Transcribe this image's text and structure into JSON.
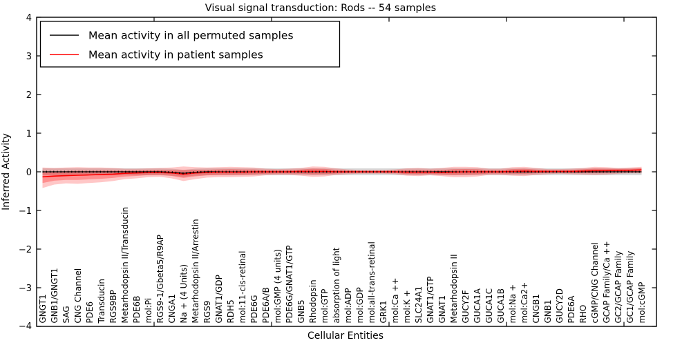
{
  "chart_data": {
    "type": "line",
    "title": "Visual signal transduction: Rods -- 54 samples",
    "xlabel": "Cellular Entities",
    "ylabel": "Inferred Activity",
    "ylim": [
      -4,
      4
    ],
    "ytick_values": [
      4,
      3,
      2,
      1,
      0,
      -1,
      -2,
      -3,
      -4
    ],
    "ytick_labels": [
      "4",
      "3",
      "2",
      "1",
      "0",
      "−1",
      "−2",
      "−3",
      "−4"
    ],
    "grid": false,
    "legend_position": "upper-left",
    "categories": [
      "GNGT1",
      "GNB1/GNGT1",
      "SAG",
      "CNG Channel",
      "PDE6",
      "Transducin",
      "RGS9BP",
      "Metarhodopsin II/Transducin",
      "PDE6B",
      "mol:Pi",
      "RGS9-1/Gbeta5/R9AP",
      "CNGA1",
      "Na + (4 Units)",
      "Metarhodopsin II/Arrestin",
      "RGS9",
      "GNAT1/GDP",
      "RDH5",
      "mol:11-cis-retinal",
      "PDE6G",
      "PDE6A/B",
      "mol:GMP (4 units)",
      "PDE6G/GNAT1/GTP",
      "GNB5",
      "Rhodopsin",
      "mol:GTP",
      "absorption of light",
      "mol:ADP",
      "mol:GDP",
      "mol:all-trans-retinal",
      "GRK1",
      "mol:Ca ++",
      "mol:K +",
      "SLC24A1",
      "GNAT1/GTP",
      "GNAT1",
      "Metarhodopsin II",
      "GUCY2F",
      "GUCA1A",
      "GUCA1C",
      "GUCA1B",
      "mol:Na +",
      "mol:Ca2+",
      "CNGB1",
      "GNB1",
      "GUCY2D",
      "PDE6A",
      "RHO",
      "cGMP/CNG Channel",
      "GCAP Family/Ca ++",
      "GC2/GCAP Family",
      "GC1/GCAP Family",
      "mol:cGMP"
    ],
    "series": [
      {
        "name": "Mean activity in all permuted samples",
        "color": "#000000",
        "band_color": "#aaaaaa",
        "band_halfwidth": 0.09,
        "values": [
          0,
          0,
          0,
          0,
          0,
          0,
          0,
          0,
          0,
          0,
          0,
          -0.01,
          -0.04,
          -0.01,
          0,
          0,
          0,
          0,
          0,
          0,
          0,
          0,
          0,
          0,
          0,
          0,
          0,
          0,
          0,
          0,
          0,
          0,
          0,
          0,
          0,
          0,
          0,
          0,
          0,
          0,
          0,
          0,
          0,
          0,
          0,
          0,
          0,
          0,
          0,
          0,
          0,
          0
        ]
      },
      {
        "name": "Mean activity in patient samples",
        "color": "#ff0000",
        "band_color": "#ff0000",
        "values": [
          -0.13,
          -0.11,
          -0.1,
          -0.09,
          -0.08,
          -0.07,
          -0.06,
          -0.04,
          -0.03,
          -0.02,
          -0.02,
          -0.03,
          -0.06,
          -0.03,
          -0.02,
          -0.01,
          -0.01,
          -0.01,
          0,
          0,
          0,
          0,
          0.01,
          0.01,
          0.01,
          0,
          0,
          0,
          0,
          0,
          0,
          -0.01,
          -0.01,
          -0.01,
          -0.02,
          -0.01,
          0,
          0,
          0,
          0,
          0.01,
          0.02,
          0.01,
          0.01,
          0.01,
          0.01,
          0.02,
          0.03,
          0.03,
          0.04,
          0.04,
          0.05
        ],
        "band_upper": [
          0.11,
          0.1,
          0.11,
          0.12,
          0.11,
          0.11,
          0.1,
          0.08,
          0.08,
          0.09,
          0.1,
          0.11,
          0.14,
          0.12,
          0.11,
          0.12,
          0.13,
          0.12,
          0.11,
          0.08,
          0.07,
          0.08,
          0.1,
          0.14,
          0.13,
          0.09,
          0.06,
          0.05,
          0.05,
          0.05,
          0.06,
          0.09,
          0.1,
          0.08,
          0.1,
          0.13,
          0.13,
          0.12,
          0.08,
          0.08,
          0.12,
          0.13,
          0.1,
          0.07,
          0.07,
          0.08,
          0.1,
          0.13,
          0.12,
          0.1,
          0.11,
          0.13
        ],
        "band_lower": [
          -0.42,
          -0.33,
          -0.3,
          -0.31,
          -0.29,
          -0.27,
          -0.24,
          -0.19,
          -0.17,
          -0.14,
          -0.13,
          -0.17,
          -0.24,
          -0.19,
          -0.15,
          -0.14,
          -0.14,
          -0.13,
          -0.12,
          -0.09,
          -0.08,
          -0.08,
          -0.1,
          -0.13,
          -0.12,
          -0.08,
          -0.06,
          -0.05,
          -0.05,
          -0.05,
          -0.06,
          -0.1,
          -0.11,
          -0.09,
          -0.11,
          -0.14,
          -0.14,
          -0.12,
          -0.08,
          -0.08,
          -0.1,
          -0.11,
          -0.08,
          -0.06,
          -0.05,
          -0.06,
          -0.07,
          -0.08,
          -0.07,
          -0.05,
          -0.04,
          -0.04
        ]
      }
    ]
  }
}
